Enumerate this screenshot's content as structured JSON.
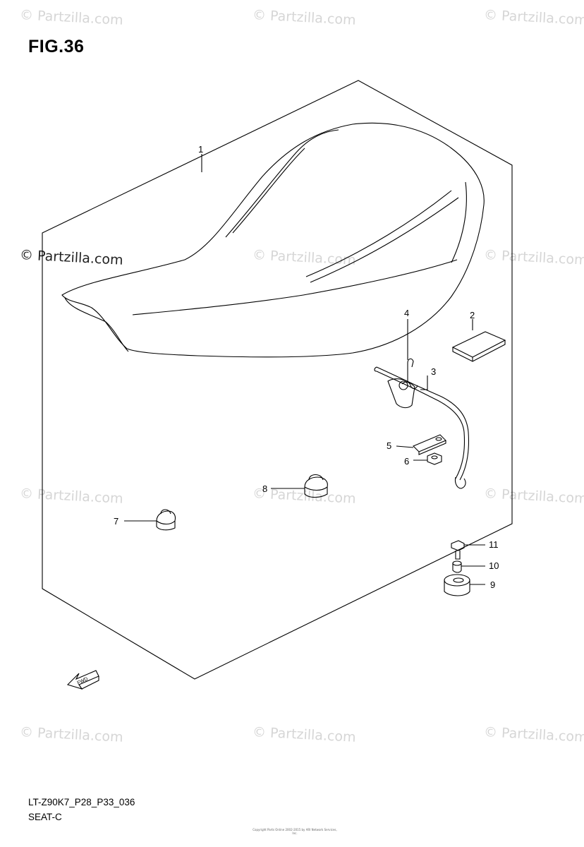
{
  "figure": {
    "title": "FIG.36"
  },
  "footer": {
    "model_code": "LT-Z90K7_P28_P33_036",
    "section": "SEAT-C",
    "copyright": "Copyright Parts Online 2002-2015 by ARI Network Services, Inc."
  },
  "watermark": {
    "text": "© Partzilla.com"
  },
  "fwd_label": "FWD",
  "parts": [
    {
      "ref": "1",
      "name": "seat"
    },
    {
      "ref": "2",
      "name": "seat-pad"
    },
    {
      "ref": "3",
      "name": "seat-lock-rod"
    },
    {
      "ref": "4",
      "name": "spring"
    },
    {
      "ref": "5",
      "name": "plate"
    },
    {
      "ref": "6",
      "name": "nut"
    },
    {
      "ref": "7",
      "name": "cushion"
    },
    {
      "ref": "8",
      "name": "cushion"
    },
    {
      "ref": "9",
      "name": "cushion"
    },
    {
      "ref": "10",
      "name": "spacer"
    },
    {
      "ref": "11",
      "name": "bolt"
    }
  ],
  "colors": {
    "line": "#000000",
    "watermark": "#d6d6d6",
    "background": "#ffffff"
  }
}
